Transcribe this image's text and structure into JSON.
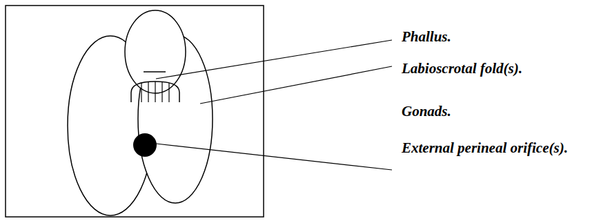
{
  "diagram": {
    "labels": [
      "Phallus.",
      "Labioscrotal fold(s).",
      "Gonads.",
      "External perineal orifice(s)."
    ]
  }
}
